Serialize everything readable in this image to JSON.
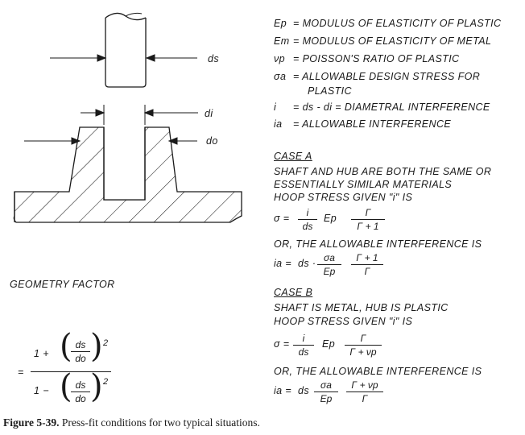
{
  "labels": {
    "ds": "ds",
    "di": "di",
    "do": "do"
  },
  "legend": [
    {
      "sym": "Ep",
      "text": "= MODULUS OF ELASTICITY OF PLASTIC"
    },
    {
      "sym": "Em",
      "text": "= MODULUS OF ELASTICITY OF METAL"
    },
    {
      "sym": "νp",
      "text": "= POISSON'S RATIO OF PLASTIC"
    },
    {
      "sym": "σa",
      "text": "= ALLOWABLE DESIGN STRESS FOR",
      "cont": "PLASTIC"
    },
    {
      "sym": "i",
      "text": "= ds - di = DIAMETRAL INTERFERENCE"
    },
    {
      "sym": "ia",
      "text": "= ALLOWABLE INTERFERENCE"
    }
  ],
  "case_a": {
    "heading": "CASE A",
    "line1": "SHAFT AND HUB ARE BOTH THE SAME OR",
    "line2": "ESSENTIALLY SIMILAR MATERIALS",
    "line3": "HOOP STRESS GIVEN \"i\" IS",
    "eq1": {
      "lhs": "σ =",
      "num": "i",
      "den": "ds",
      "mid": "Ep",
      "num2": "Γ",
      "den2": "Γ + 1"
    },
    "line4": "OR, THE ALLOWABLE INTERFERENCE IS",
    "eq2": {
      "lhs": "ia =",
      "mid": "ds ·",
      "num": "σa",
      "den": "Ep",
      "num2": "Γ + 1",
      "den2": "Γ"
    }
  },
  "case_b": {
    "heading": "CASE B",
    "line1": "SHAFT IS METAL, HUB IS PLASTIC",
    "line2": "HOOP STRESS GIVEN \"i\" IS",
    "eq1": {
      "lhs": "σ =",
      "num": "i",
      "den": "ds",
      "mid": "Ep",
      "num2": "Γ",
      "den2": "Γ + νp"
    },
    "line3": "OR, THE ALLOWABLE INTERFERENCE IS",
    "eq2": {
      "lhs": "ia =",
      "mid": "ds",
      "num": "σa",
      "den": "Ep",
      "num2": "Γ + νp",
      "den2": "Γ"
    }
  },
  "geometry": {
    "title": "GEOMETRY FACTOR",
    "eq_lhs": "=",
    "top_lead": "1 +",
    "bot_lead": "1 −",
    "ratio_num": "ds",
    "ratio_den": "do",
    "exp": "2"
  },
  "caption": {
    "label": "Figure 5-39.",
    "text": "Press-fit conditions for two typical situations."
  }
}
